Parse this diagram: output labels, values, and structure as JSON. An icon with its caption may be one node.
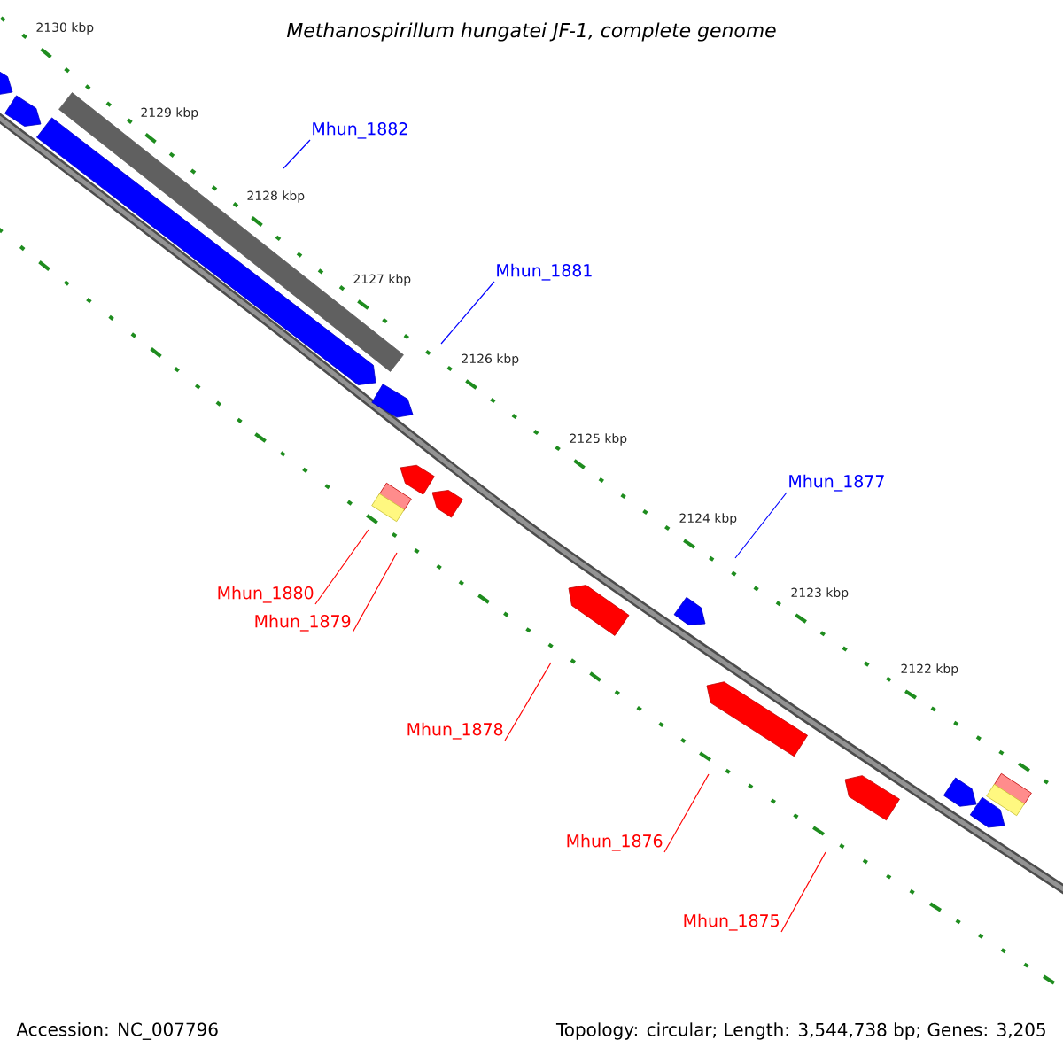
{
  "diagram": {
    "title": "Methanospirillum hungatei JF-1, complete genome",
    "nodes": [
      {
        "text": [
          "Mhun_1882"
        ]
      },
      {
        "text": [
          "Mhun_1881"
        ]
      },
      {
        "text": [
          "Mhun_1877"
        ]
      },
      {
        "text": [
          "Mhun_1880"
        ]
      },
      {
        "text": [
          "Mhun_1879"
        ]
      },
      {
        "text": [
          "Mhun_1878"
        ]
      },
      {
        "text": [
          "Mhun_1876"
        ]
      },
      {
        "text": [
          "Mhun_1875"
        ]
      }
    ],
    "edges": [
      {
        "from": 0,
        "to": null,
        "arrow": "none",
        "color": "#0000ff"
      },
      {
        "from": 1,
        "to": null,
        "arrow": "none",
        "color": "#0000ff"
      },
      {
        "from": 2,
        "to": null,
        "arrow": "none",
        "color": "#0000ff"
      },
      {
        "from": 3,
        "to": null,
        "arrow": "none"
      },
      {
        "from": 4,
        "to": null,
        "arrow": "none"
      },
      {
        "from": 5,
        "to": null,
        "arrow": "none"
      },
      {
        "from": 6,
        "to": null,
        "arrow": "none"
      },
      {
        "from": 7,
        "to": null,
        "arrow": "none"
      }
    ],
    "labels": [
      "2130 kbp",
      "2129 kbp",
      "2128 kbp",
      "2127 kbp",
      "2126 kbp",
      "2125 kbp",
      "2124 kbp",
      "2123 kbp",
      "2122 kbp",
      "Accession: NC_007796",
      "Topology: circular; Length: 3,544,738 bp; Genes: 3,205"
    ]
  }
}
